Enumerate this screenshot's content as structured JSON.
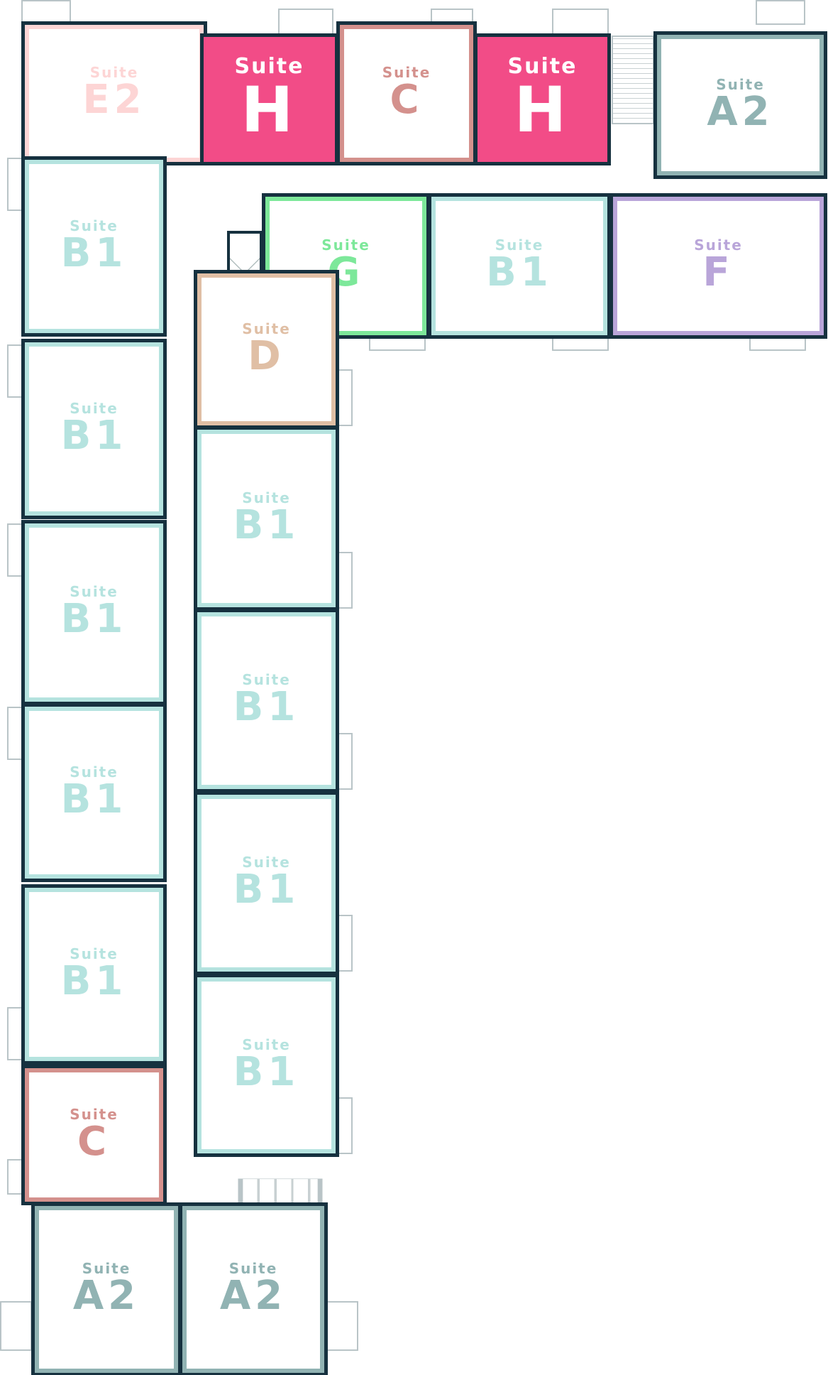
{
  "floor_plan": {
    "wall_color": "#16313f",
    "suites": [
      {
        "name": "suite-e2",
        "label": "Suite",
        "letter": "E2",
        "color": "#fdd5d5",
        "filled": false
      },
      {
        "name": "suite-h-1",
        "label": "Suite",
        "letter": "H",
        "color": "#f24c87",
        "filled": true
      },
      {
        "name": "suite-c-top",
        "label": "Suite",
        "letter": "C",
        "color": "#d4918d",
        "filled": false
      },
      {
        "name": "suite-h-2",
        "label": "Suite",
        "letter": "H",
        "color": "#f24c87",
        "filled": true
      },
      {
        "name": "suite-a2-top",
        "label": "Suite",
        "letter": "A2",
        "color": "#91b3b3",
        "filled": false
      },
      {
        "name": "suite-g",
        "label": "Suite",
        "letter": "G",
        "color": "#7de89a",
        "filled": false
      },
      {
        "name": "suite-b1-east",
        "label": "Suite",
        "letter": "B1",
        "color": "#b5e3df",
        "filled": false
      },
      {
        "name": "suite-f",
        "label": "Suite",
        "letter": "F",
        "color": "#b9a5d9",
        "filled": false
      },
      {
        "name": "suite-d",
        "label": "Suite",
        "letter": "D",
        "color": "#e0bfa5",
        "filled": false
      },
      {
        "name": "suite-b1-west-1",
        "label": "Suite",
        "letter": "B1",
        "color": "#b5e3df",
        "filled": false
      },
      {
        "name": "suite-b1-west-2",
        "label": "Suite",
        "letter": "B1",
        "color": "#b5e3df",
        "filled": false
      },
      {
        "name": "suite-b1-west-3",
        "label": "Suite",
        "letter": "B1",
        "color": "#b5e3df",
        "filled": false
      },
      {
        "name": "suite-b1-west-4",
        "label": "Suite",
        "letter": "B1",
        "color": "#b5e3df",
        "filled": false
      },
      {
        "name": "suite-b1-west-5",
        "label": "Suite",
        "letter": "B1",
        "color": "#b5e3df",
        "filled": false
      },
      {
        "name": "suite-c-west",
        "label": "Suite",
        "letter": "C",
        "color": "#d4918d",
        "filled": false
      },
      {
        "name": "suite-b1-inner-1",
        "label": "Suite",
        "letter": "B1",
        "color": "#b5e3df",
        "filled": false
      },
      {
        "name": "suite-b1-inner-2",
        "label": "Suite",
        "letter": "B1",
        "color": "#b5e3df",
        "filled": false
      },
      {
        "name": "suite-b1-inner-3",
        "label": "Suite",
        "letter": "B1",
        "color": "#b5e3df",
        "filled": false
      },
      {
        "name": "suite-b1-inner-4",
        "label": "Suite",
        "letter": "B1",
        "color": "#b5e3df",
        "filled": false
      },
      {
        "name": "suite-a2-bottom-left",
        "label": "Suite",
        "letter": "A2",
        "color": "#91b3b3",
        "filled": false
      },
      {
        "name": "suite-a2-bottom-right",
        "label": "Suite",
        "letter": "A2",
        "color": "#91b3b3",
        "filled": false
      }
    ]
  }
}
